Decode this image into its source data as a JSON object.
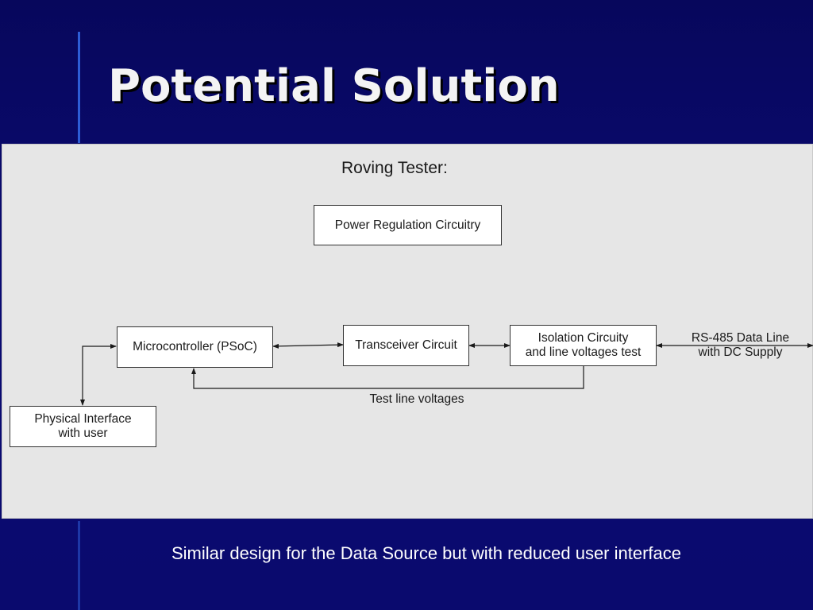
{
  "slide": {
    "title": "Potential Solution",
    "footer_text": "Similar design for the Data Source but with reduced user interface"
  },
  "diagram": {
    "title": "Roving Tester:",
    "blocks": {
      "power": "Power Regulation Circuitry",
      "micro": "Microcontroller (PSoC)",
      "transceiver": "Transceiver Circuit",
      "isolation": "Isolation Circuity\nand line voltages test",
      "physical": "Physical Interface\nwith user"
    },
    "labels": {
      "rs485": "RS-485 Data Line\nwith DC Supply",
      "test_line": "Test line voltages"
    }
  },
  "colors": {
    "slide_background": "#0a0a66",
    "accent": "#2d5dd6",
    "panel": "#e6e6e6",
    "text_light": "#ffffff"
  }
}
